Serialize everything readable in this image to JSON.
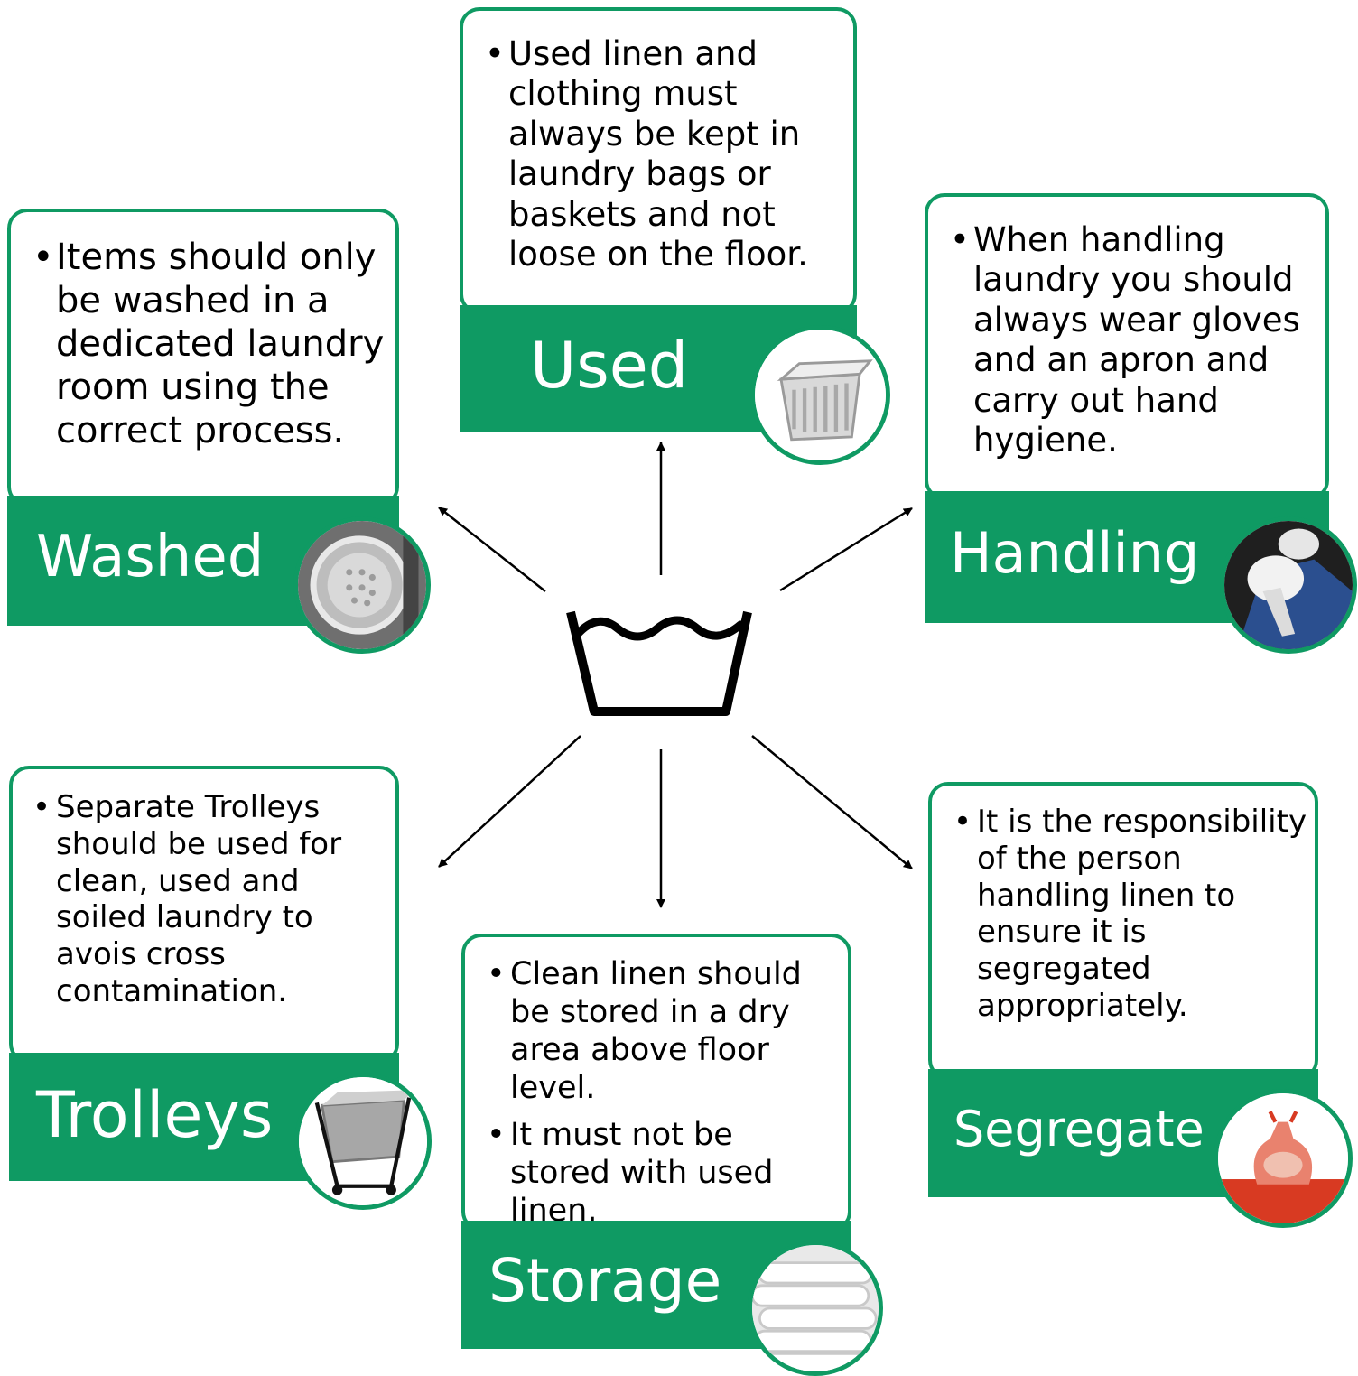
{
  "colors": {
    "accent": "#0f9a63",
    "text": "#000000",
    "band_text": "#ffffff"
  },
  "center": {
    "icon": "wash-basin-icon"
  },
  "cards": {
    "used": {
      "title": "Used",
      "bullets": [
        "Used linen and clothing must always be kept in laundry bags or baskets and not loose on the floor."
      ],
      "icon": "laundry-basket-icon"
    },
    "washed": {
      "title": "Washed",
      "bullets": [
        "Items should only be washed in a dedicated laundry room using the correct process."
      ],
      "icon": "washing-machine-drum-icon"
    },
    "handling": {
      "title": "Handling",
      "bullets": [
        "When handling laundry you should always wear gloves and an apron and carry out hand hygiene."
      ],
      "icon": "gloved-hands-laundry-icon"
    },
    "trolleys": {
      "title": "Trolleys",
      "bullets": [
        "Separate Trolleys should be used for clean, used and soiled laundry to avois cross contamination."
      ],
      "icon": "laundry-trolley-icon"
    },
    "storage": {
      "title": "Storage",
      "bullets": [
        "Clean linen should be stored in a dry area above floor level.",
        "It must not be stored with used linen."
      ],
      "icon": "folded-towels-icon"
    },
    "segregate": {
      "title": "Segregate",
      "bullets": [
        "It is the responsibility of the person handling linen to ensure it is segregated appropriately."
      ],
      "icon": "red-laundry-bag-icon"
    }
  }
}
